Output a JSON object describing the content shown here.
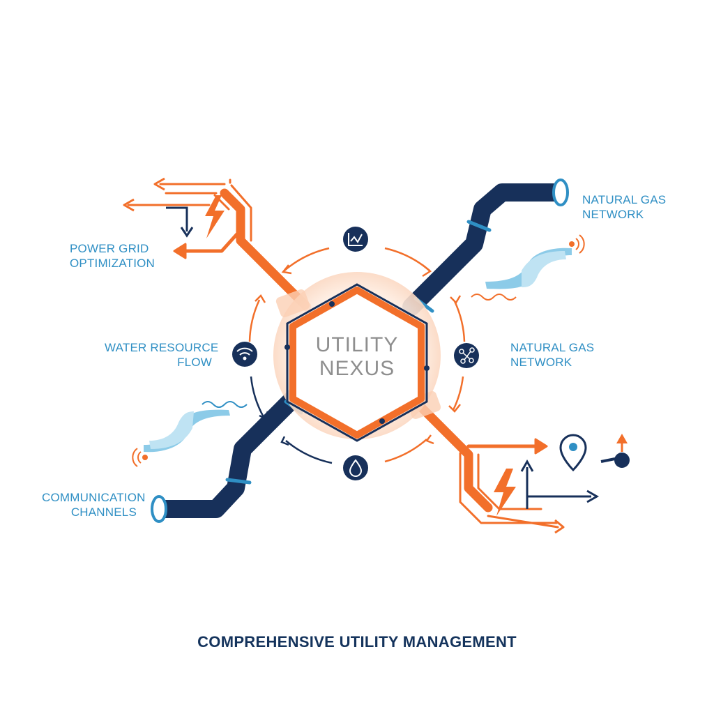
{
  "colors": {
    "orange": "#f26f2a",
    "navy": "#17305a",
    "blue": "#2f8fc4",
    "lightblue": "#8ccbe8",
    "grey": "#8e8e8e"
  },
  "center": {
    "line1": "UTILITY",
    "line2": "NEXUS"
  },
  "labels": {
    "power_grid": {
      "line1": "POWER GRID",
      "line2": "OPTIMIZATION"
    },
    "water_resource": {
      "line1": "WATER RESOURCE",
      "line2": "FLOW"
    },
    "communication": {
      "line1": "COMMUNICATION",
      "line2": "CHANNELS"
    },
    "gas_top": {
      "line1": "NATURAL GAS",
      "line2": "NETWORK"
    },
    "gas_mid": {
      "line1": "NATURAL GAS",
      "line2": "NETWORK"
    }
  },
  "footer": "COMPREHENSIVE UTILITY MANAGEMENT",
  "icons": [
    "chart-icon",
    "wifi-icon",
    "network-nodes-icon",
    "water-drop-icon",
    "lightning-icon",
    "location-pin-icon",
    "antenna-signal-icon",
    "wave-icon"
  ]
}
